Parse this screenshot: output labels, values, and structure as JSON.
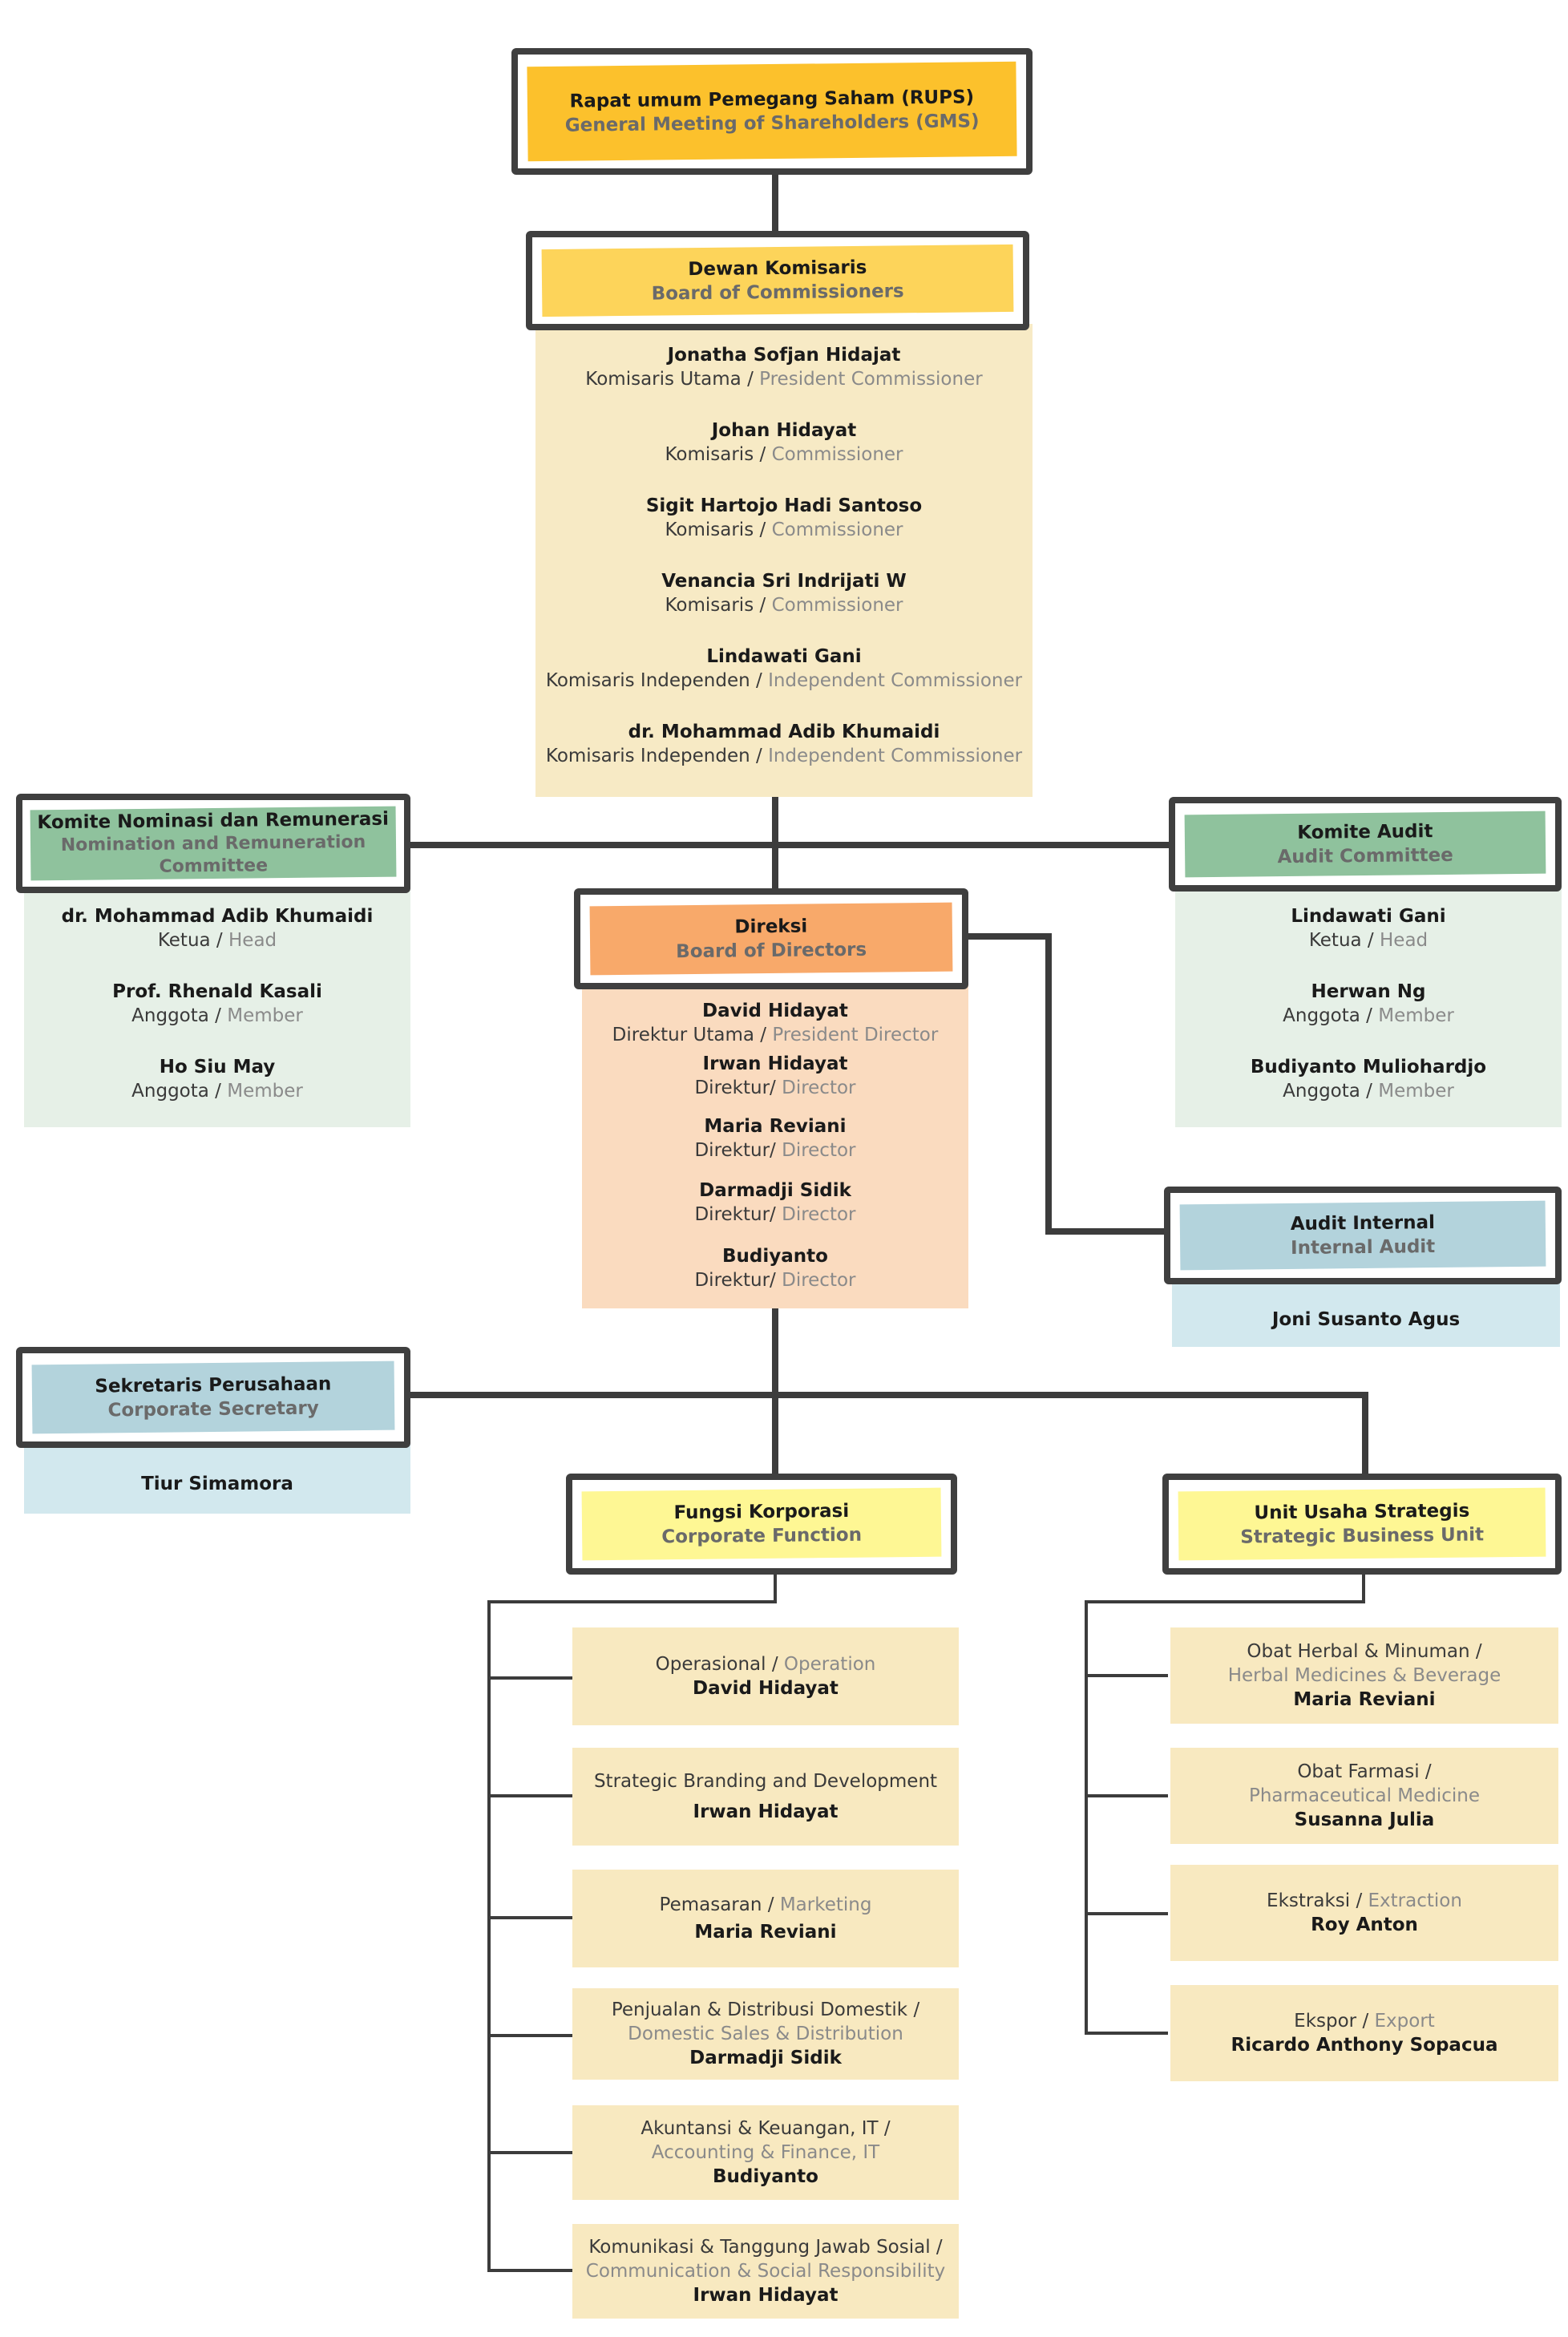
{
  "colors": {
    "gms": "#fcc12c",
    "boc": "#fdd45a",
    "boc_panel": "#f7eac5",
    "committee_header": "#8fc29d",
    "committee_panel": "#e6f0e7",
    "directors_header": "#f8a96a",
    "directors_panel": "#fadbbf",
    "blue_header": "#b3d3dc",
    "blue_panel": "#d2e8ee",
    "yellow_header": "#fef794",
    "card": "#f8e9c0",
    "line": "#3c3c3c"
  },
  "gms": {
    "title": "Rapat umum Pemegang Saham (RUPS)",
    "subtitle": "General Meeting of Shareholders (GMS)"
  },
  "boc": {
    "title": "Dewan Komisaris",
    "subtitle": "Board of Commissioners",
    "members": [
      {
        "name": "Jonatha Sofjan Hidajat",
        "role_id": "Komisaris Utama  / ",
        "role_en": "President Commissioner"
      },
      {
        "name": "Johan Hidayat",
        "role_id": "Komisaris / ",
        "role_en": "Commissioner"
      },
      {
        "name": "Sigit Hartojo Hadi Santoso",
        "role_id": "Komisaris / ",
        "role_en": "Commissioner"
      },
      {
        "name": "Venancia Sri Indrijati W",
        "role_id": "Komisaris / ",
        "role_en": "Commissioner"
      },
      {
        "name": "Lindawati Gani",
        "role_id": "Komisaris Independen / ",
        "role_en": "Independent Commissioner"
      },
      {
        "name": "dr. Mohammad Adib Khumaidi",
        "role_id": "Komisaris Independen / ",
        "role_en": "Independent Commissioner"
      }
    ]
  },
  "nomination": {
    "title": "Komite Nominasi dan Remunerasi",
    "subtitle": "Nomination and Remuneration Committee",
    "members": [
      {
        "name": "dr. Mohammad Adib Khumaidi",
        "role_id": "Ketua / ",
        "role_en": "Head"
      },
      {
        "name": "Prof. Rhenald Kasali",
        "role_id": "Anggota / ",
        "role_en": "Member"
      },
      {
        "name": "Ho Siu May",
        "role_id": "Anggota / ",
        "role_en": "Member"
      }
    ]
  },
  "audit_committee": {
    "title": "Komite Audit",
    "subtitle": "Audit Committee",
    "members": [
      {
        "name": "Lindawati Gani",
        "role_id": "Ketua / ",
        "role_en": "Head"
      },
      {
        "name": "Herwan Ng",
        "role_id": "Anggota / ",
        "role_en": "Member"
      },
      {
        "name": "Budiyanto Muliohardjo",
        "role_id": "Anggota / ",
        "role_en": "Member"
      }
    ]
  },
  "directors": {
    "title": "Direksi",
    "subtitle": "Board of Directors",
    "members": [
      {
        "name": "David Hidayat",
        "role_id": "Direktur Utama / ",
        "role_en": "President Director"
      },
      {
        "name": "Irwan Hidayat",
        "role_id": "Direktur/ ",
        "role_en": "Director"
      },
      {
        "name": "Maria Reviani",
        "role_id": "Direktur/ ",
        "role_en": "Director"
      },
      {
        "name": "Darmadji Sidik",
        "role_id": "Direktur/ ",
        "role_en": "Director"
      },
      {
        "name": "Budiyanto",
        "role_id": "Direktur/ ",
        "role_en": "Director"
      }
    ]
  },
  "internal_audit": {
    "title": "Audit Internal",
    "subtitle": "Internal Audit",
    "person": "Joni Susanto Agus"
  },
  "corp_secretary": {
    "title": "Sekretaris Perusahaan",
    "subtitle": "Corporate Secretary",
    "person": "Tiur Simamora"
  },
  "corporate_function": {
    "title": "Fungsi Korporasi",
    "subtitle": "Corporate Function",
    "items": [
      {
        "line1": "Operasional / ",
        "line1_en": "Operation",
        "line2": "",
        "person": "David Hidayat"
      },
      {
        "line1": "Strategic Branding and Development",
        "line1_en": "",
        "line2": "",
        "person": "Irwan Hidayat"
      },
      {
        "line1": "Pemasaran / ",
        "line1_en": "Marketing",
        "line2": "",
        "person": "Maria Reviani"
      },
      {
        "line1": "Penjualan & Distribusi Domestik /",
        "line1_en": "",
        "line2": "Domestic Sales & Distribution",
        "person": "Darmadji Sidik"
      },
      {
        "line1": "Akuntansi & Keuangan, IT /",
        "line1_en": "",
        "line2": "Accounting & Finance, IT",
        "person": "Budiyanto"
      },
      {
        "line1": "Komunikasi & Tanggung Jawab Sosial /",
        "line1_en": "",
        "line2": "Communication & Social Responsibility",
        "person": "Irwan Hidayat"
      }
    ]
  },
  "sbu": {
    "title": "Unit Usaha Strategis",
    "subtitle": "Strategic Business Unit",
    "items": [
      {
        "line1": "Obat Herbal & Minuman /",
        "line1_en": "",
        "line2": "Herbal Medicines & Beverage",
        "person": "Maria Reviani"
      },
      {
        "line1": "Obat Farmasi /",
        "line1_en": "",
        "line2": "Pharmaceutical Medicine",
        "person": "Susanna Julia"
      },
      {
        "line1": "Ekstraksi / ",
        "line1_en": "Extraction",
        "line2": "",
        "person": "Roy Anton"
      },
      {
        "line1": "Ekspor / ",
        "line1_en": "Export",
        "line2": "",
        "person": "Ricardo Anthony Sopacua"
      }
    ]
  }
}
